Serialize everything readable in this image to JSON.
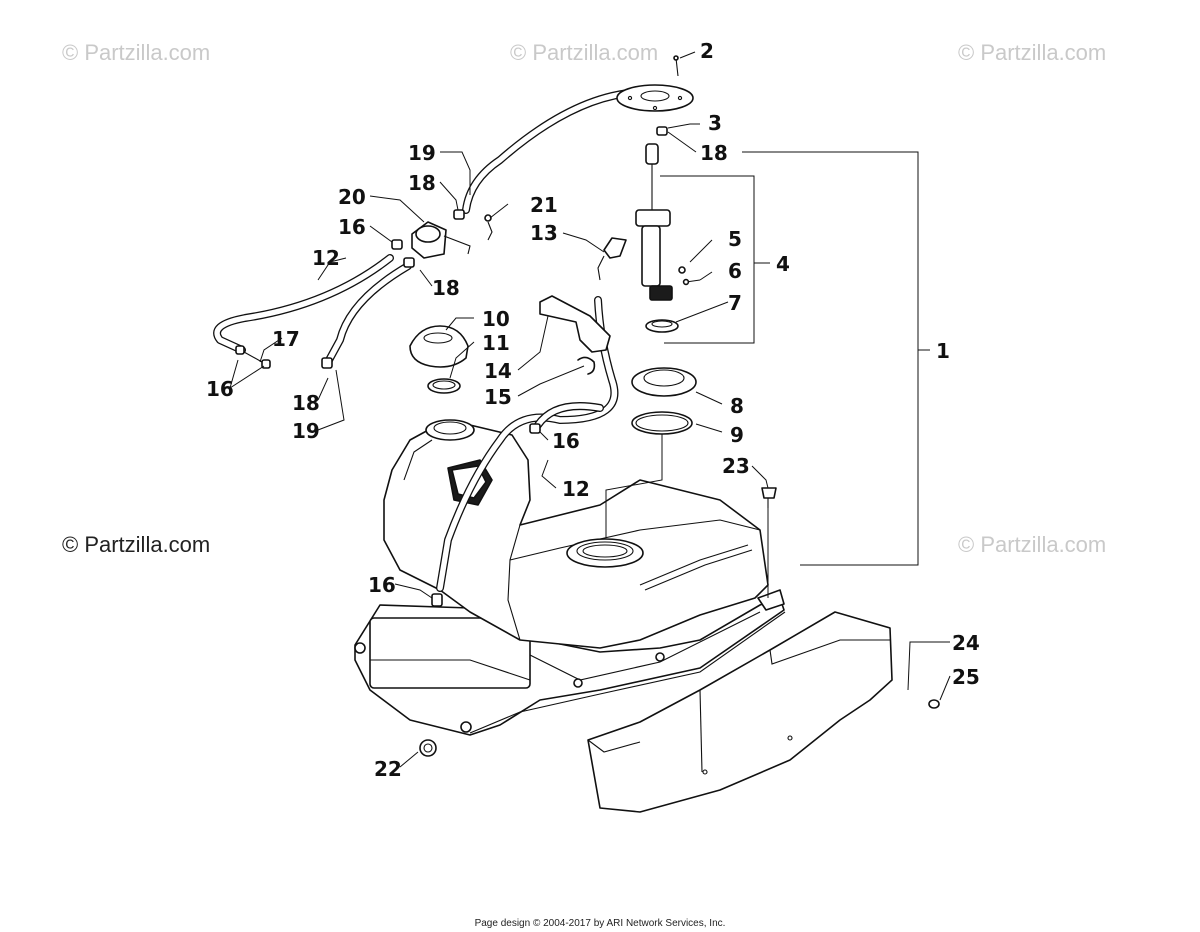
{
  "watermarks": {
    "text": "© Partzilla.com"
  },
  "callouts": {
    "c1": "1",
    "c2": "2",
    "c3": "3",
    "c4": "4",
    "c5": "5",
    "c6": "6",
    "c7": "7",
    "c8": "8",
    "c9": "9",
    "c10": "10",
    "c11": "11",
    "c12": "12",
    "c13": "13",
    "c14": "14",
    "c15": "15",
    "c16": "16",
    "c17": "17",
    "c18": "18",
    "c19": "19",
    "c20": "20",
    "c21": "21",
    "c22": "22",
    "c23": "23",
    "c24": "24",
    "c25": "25"
  },
  "footer": {
    "text": "Page design © 2004-2017 by ARI Network Services, Inc."
  }
}
